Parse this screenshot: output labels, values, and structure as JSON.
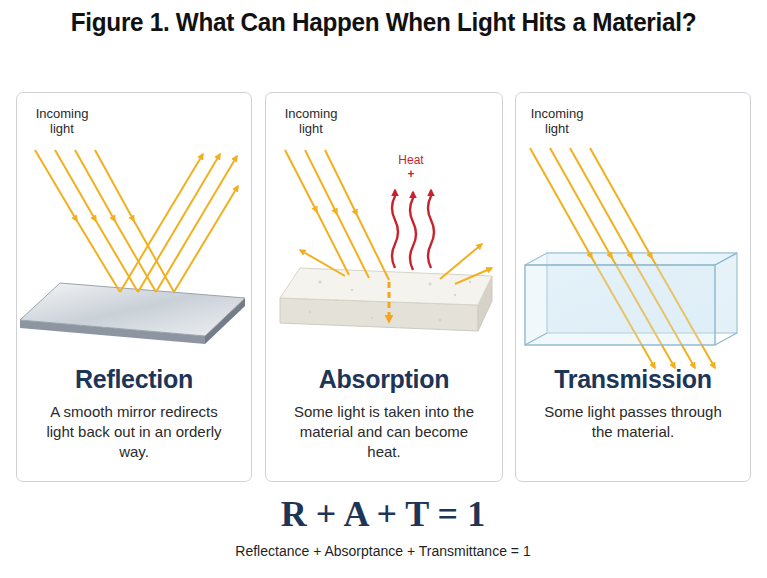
{
  "diagram": {
    "title": "Figure 1. What Can Happen When Light Hits a Material?",
    "nodes": [
      {
        "text": [
          "Reflection",
          "A smooth mirror redirects light back out in an orderly way."
        ]
      },
      {
        "text": [
          "Absorption",
          "Some light is taken into the material and can become heat."
        ]
      },
      {
        "text": [
          "Transmission",
          "Some light passes through the material."
        ]
      }
    ],
    "labels": [
      "Incoming light",
      "Incoming light",
      "Heat",
      "+",
      "Incoming light",
      "R + A + T = 1",
      "Reflectance + Absorptance + Transmittance = 1"
    ]
  }
}
